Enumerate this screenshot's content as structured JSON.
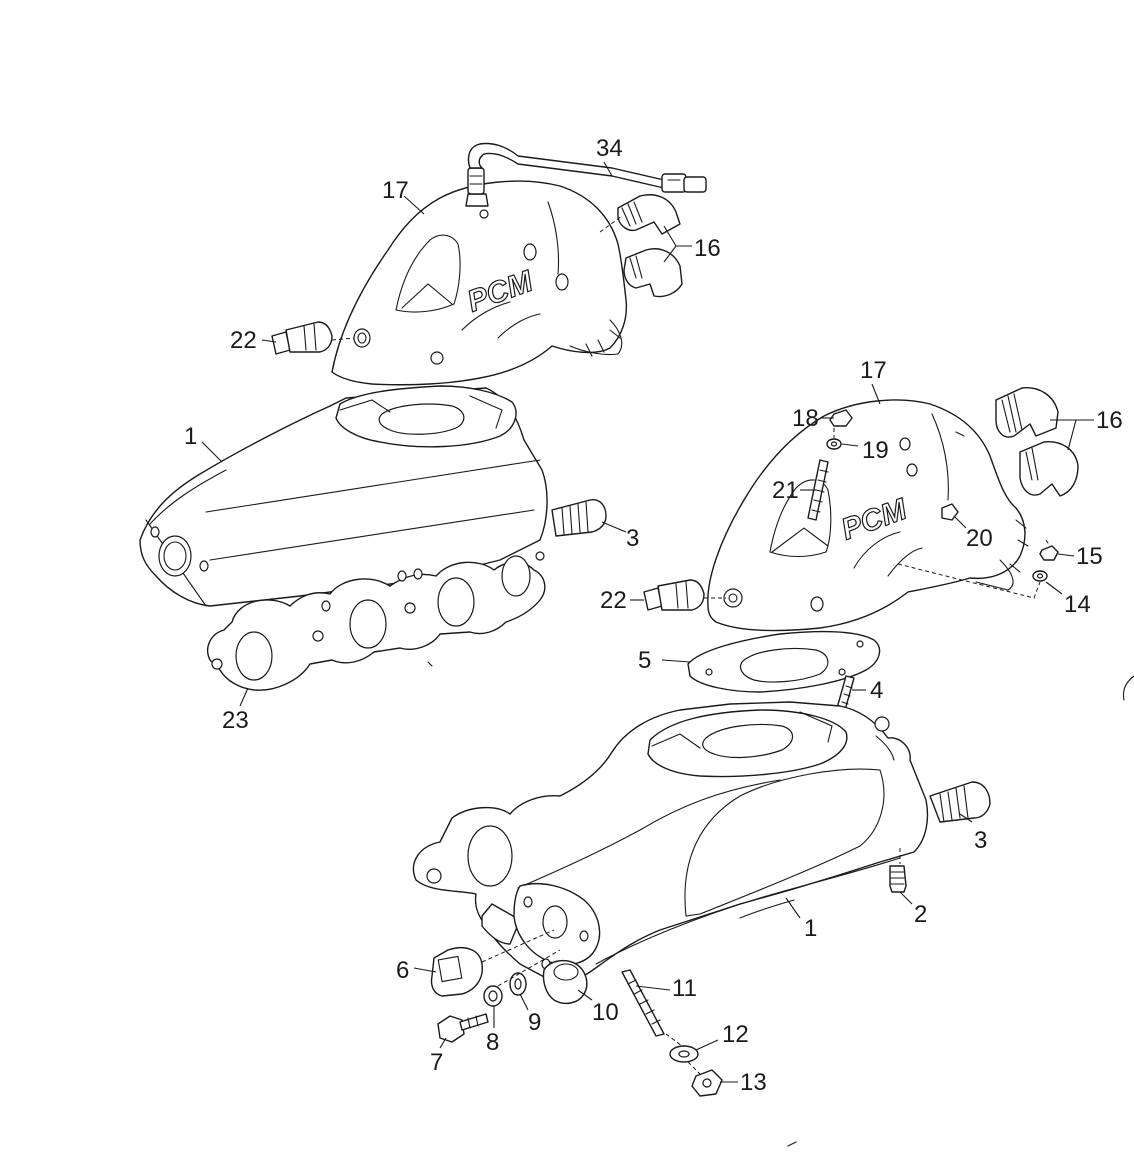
{
  "brand_text": "PCM",
  "callouts": {
    "c34": "34",
    "c17_top": "17",
    "c16_top": "16",
    "c22_top": "22",
    "c1_top": "1",
    "c3_left": "3",
    "c23": "23",
    "c17_right": "17",
    "c16_right": "16",
    "c18": "18",
    "c19": "19",
    "c21": "21",
    "c20": "20",
    "c15": "15",
    "c14": "14",
    "c22_right": "22",
    "c5": "5",
    "c4": "4",
    "c3_right": "3",
    "c2": "2",
    "c1_bottom": "1",
    "c6": "6",
    "c7": "7",
    "c8": "8",
    "c9": "9",
    "c10": "10",
    "c11": "11",
    "c12": "12",
    "c13": "13"
  }
}
